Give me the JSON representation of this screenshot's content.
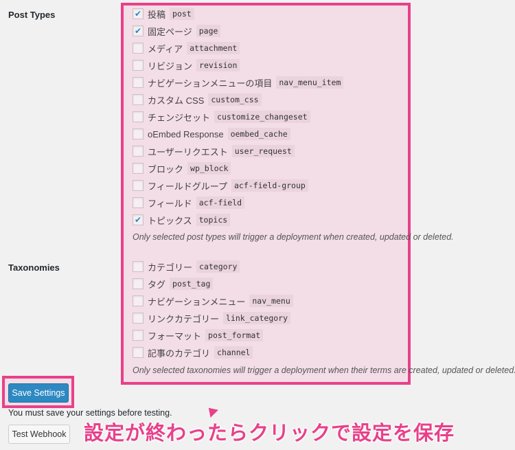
{
  "post_types": {
    "label": "Post Types",
    "items": [
      {
        "name": "投稿",
        "slug": "post",
        "checked": true
      },
      {
        "name": "固定ページ",
        "slug": "page",
        "checked": true
      },
      {
        "name": "メディア",
        "slug": "attachment",
        "checked": false
      },
      {
        "name": "リビジョン",
        "slug": "revision",
        "checked": false
      },
      {
        "name": "ナビゲーションメニューの項目",
        "slug": "nav_menu_item",
        "checked": false
      },
      {
        "name": "カスタム CSS",
        "slug": "custom_css",
        "checked": false
      },
      {
        "name": "チェンジセット",
        "slug": "customize_changeset",
        "checked": false
      },
      {
        "name": "oEmbed Response",
        "slug": "oembed_cache",
        "checked": false
      },
      {
        "name": "ユーザーリクエスト",
        "slug": "user_request",
        "checked": false
      },
      {
        "name": "ブロック",
        "slug": "wp_block",
        "checked": false
      },
      {
        "name": "フィールドグループ",
        "slug": "acf-field-group",
        "checked": false
      },
      {
        "name": "フィールド",
        "slug": "acf-field",
        "checked": false
      },
      {
        "name": "トピックス",
        "slug": "topics",
        "checked": true
      }
    ],
    "description": "Only selected post types will trigger a deployment when created, updated or deleted."
  },
  "taxonomies": {
    "label": "Taxonomies",
    "items": [
      {
        "name": "カテゴリー",
        "slug": "category",
        "checked": false
      },
      {
        "name": "タグ",
        "slug": "post_tag",
        "checked": false
      },
      {
        "name": "ナビゲーションメニュー",
        "slug": "nav_menu",
        "checked": false
      },
      {
        "name": "リンクカテゴリー",
        "slug": "link_category",
        "checked": false
      },
      {
        "name": "フォーマット",
        "slug": "post_format",
        "checked": false
      },
      {
        "name": "記事のカテゴリ",
        "slug": "channel",
        "checked": false
      }
    ],
    "description": "Only selected taxonomies will trigger a deployment when their terms are created, updated or deleted."
  },
  "save_label": "Save Settings",
  "note": "You must save your settings before testing.",
  "test_label": "Test Webhook",
  "annotation": "設定が終わったらクリックで設定を保存",
  "colors": {
    "highlight": "#e8408a",
    "primary": "#2e89c2"
  }
}
